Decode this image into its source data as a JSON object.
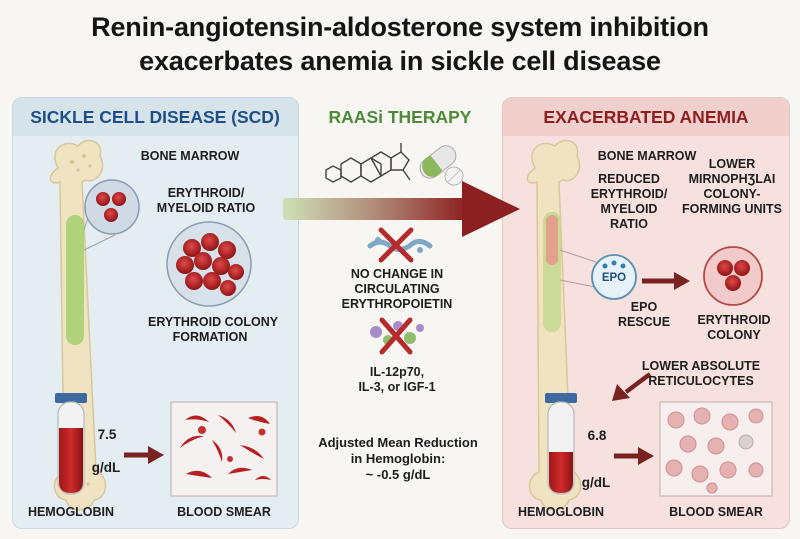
{
  "title": {
    "line1": "Renin-angiotensin-aldosterone system inhibition",
    "line2": "exacerbates anemia in sickle cell disease"
  },
  "left": {
    "heading": "SICKLE CELL DISEASE (SCD)",
    "bone_marrow": "BONE MARROW",
    "ratio_line1": "ERYTHROID/",
    "ratio_line2": "MYELOID RATIO",
    "colony_line1": "ERYTHROID COLONY",
    "colony_line2": "FORMATION",
    "hb_value": "7.5",
    "hb_unit": "g/dL",
    "hemoglobin": "HEMOGLOBIN",
    "blood_smear": "BLOOD SMEAR",
    "accent": "#1f4f86"
  },
  "middle": {
    "heading": "RAASi THERAPY",
    "epo_line1": "NO CHANGE IN",
    "epo_line2": "CIRCULATING",
    "epo_line3": "ERYTHROPOIETIN",
    "cyto_line1": "IL-12p70,",
    "cyto_line2": "IL-3, or IGF-1",
    "reduction_line1": "Adjusted Mean Reduction",
    "reduction_line2": "in Hemoglobin:",
    "reduction_line3": "~ -0.5 g/dL",
    "accent": "#4e8a3a"
  },
  "right": {
    "heading": "EXACERBATED ANEMIA",
    "bone_marrow": "BONE MARROW",
    "reduced_line1": "REDUCED",
    "reduced_line2": "ERYTHROID/",
    "reduced_line3": "MYELOID",
    "reduced_line4": "RATIO",
    "lower_line1": "LOWER",
    "lower_line2": "MIRNOPHƷLAI",
    "lower_line3": "COLONY-",
    "lower_line4": "FORMING UNITS",
    "epo_badge": "EPO",
    "epo_rescue_line1": "EPO",
    "epo_rescue_line2": "RESCUE",
    "ery_colony_line1": "ERYTHROID",
    "ery_colony_line2": "COLONY",
    "retic_line1": "LOWER ABSOLUTE",
    "retic_line2": "RETICULOCYTES",
    "hb_value": "6.8",
    "hb_unit": "g/dL",
    "hemoglobin": "HEMOGLOBIN",
    "blood_smear": "BLOOD SMEAR",
    "accent": "#8c1f1f"
  },
  "icons": [
    "bone-marrow-icon",
    "rbc-cluster-icon",
    "blood-tube-icon",
    "sickle-cell-icon",
    "molecule-icon",
    "capsule-icon",
    "pill-icon",
    "cross-icon",
    "arrow-icon"
  ]
}
